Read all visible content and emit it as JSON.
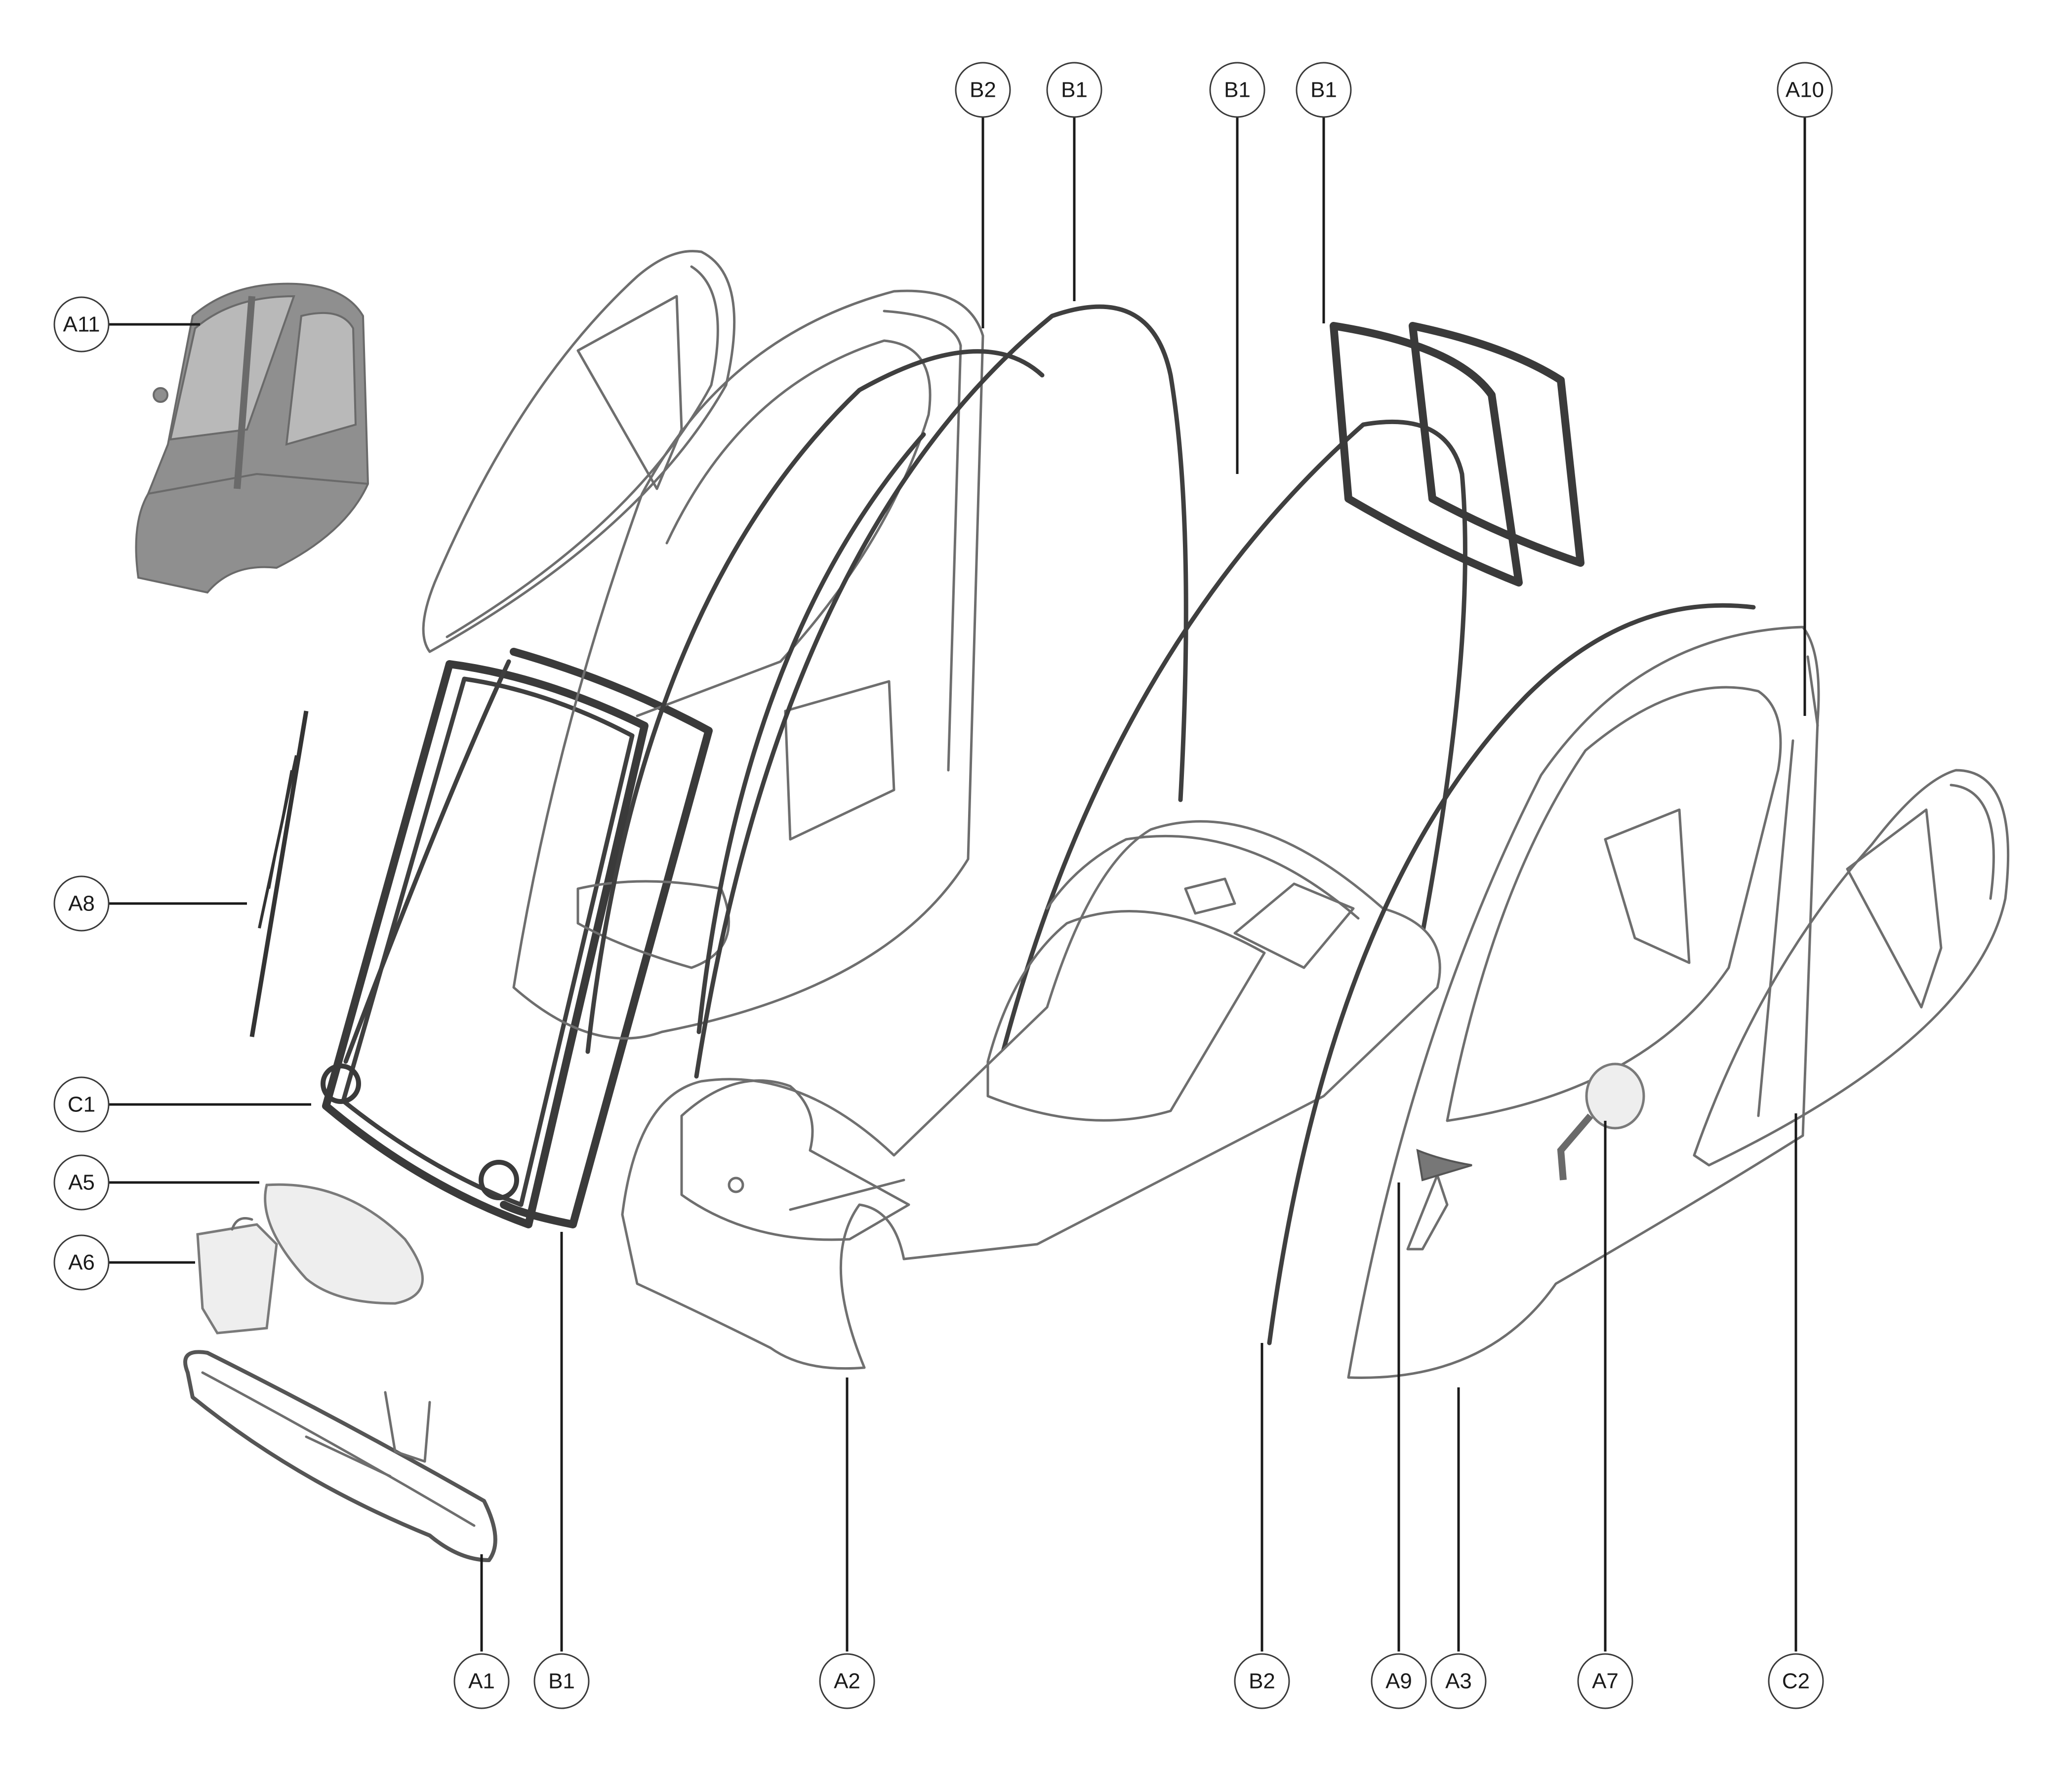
{
  "callouts": {
    "top_b2": "B2",
    "top_b1_left": "B1",
    "top_b1_mid": "B1",
    "top_b1_right": "B1",
    "top_a10": "A10",
    "left_a11": "A11",
    "left_a8": "A8",
    "left_c1": "C1",
    "left_a5": "A5",
    "left_a6": "A6",
    "bottom_a1": "A1",
    "bottom_b1": "B1",
    "bottom_a2": "A2",
    "bottom_b2": "B2",
    "bottom_a9": "A9",
    "bottom_a3": "A3",
    "bottom_a7": "A7",
    "bottom_c2": "C2"
  },
  "colors": {
    "line": "#6e6e6e",
    "seal": "#3a3a3a",
    "cabin_fill": "#8f8f8f"
  }
}
